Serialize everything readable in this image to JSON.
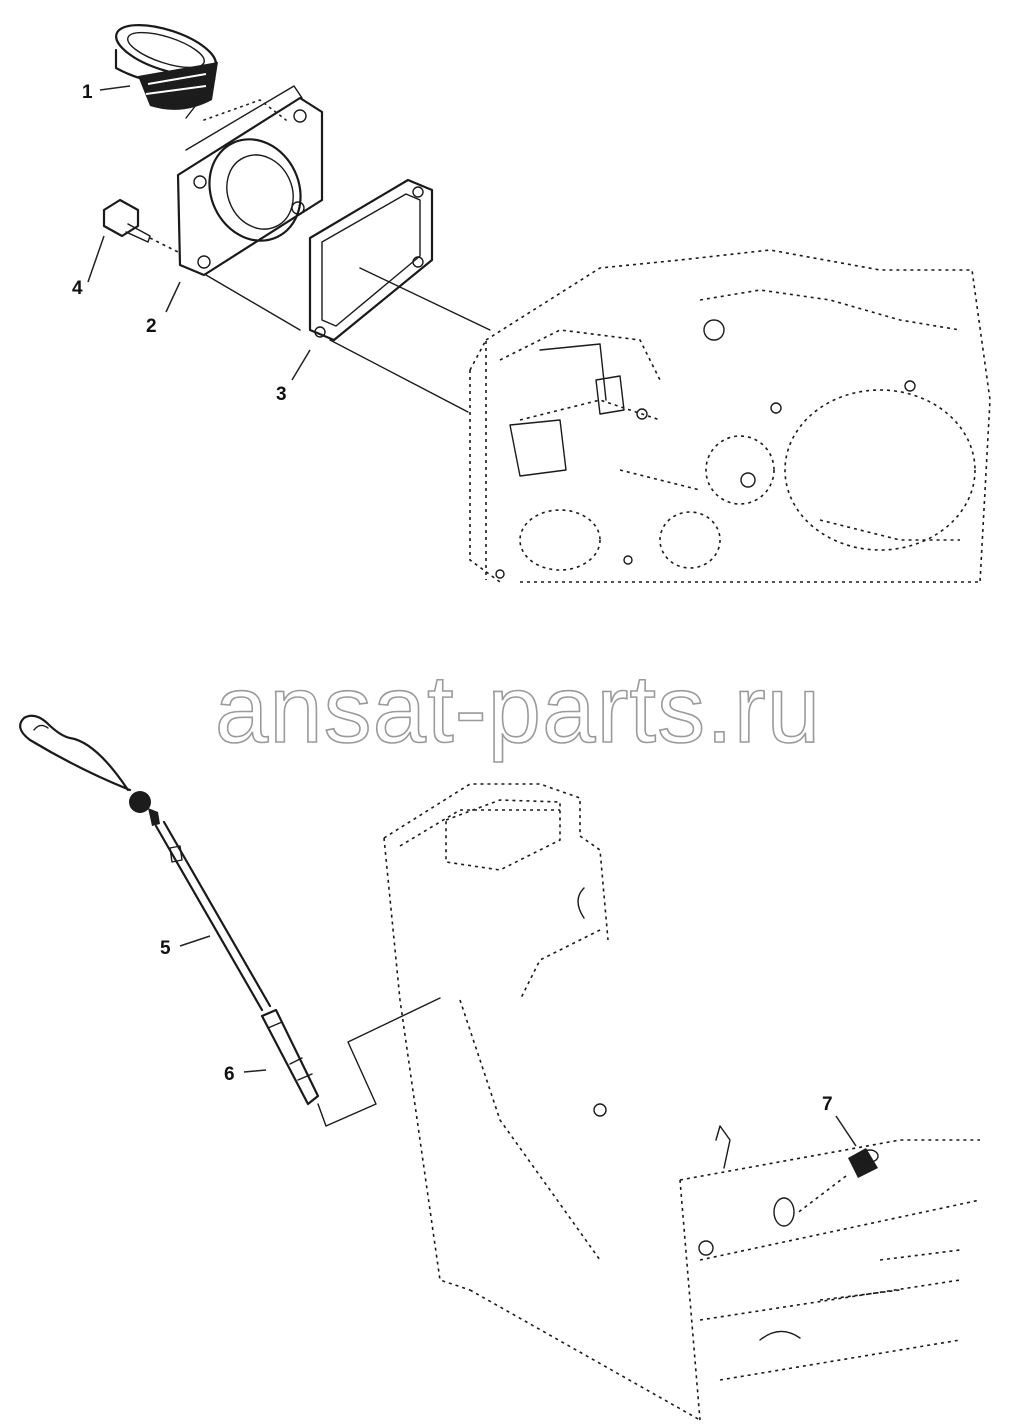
{
  "watermark": "ansat-parts.ru",
  "callouts": {
    "p1": "1",
    "p2": "2",
    "p3": "3",
    "p4": "4",
    "p5": "5",
    "p6": "6",
    "p7": "7"
  },
  "colors": {
    "ink": "#1a1a1a",
    "watermark_outline": "#9a9a9a",
    "background": "#ffffff"
  }
}
